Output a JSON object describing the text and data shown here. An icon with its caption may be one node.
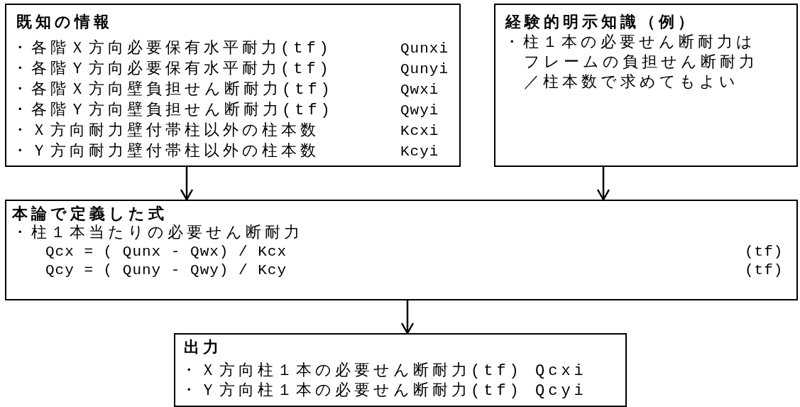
{
  "diagram": {
    "nodes": [
      {
        "text": [
          "既知の情報",
          "・各階Ｘ方向必要保有水平耐力(tf)",
          "Qunxi",
          "・各階Ｙ方向必要保有水平耐力(tf)",
          "Qunyi",
          "・各階Ｘ方向壁負担せん断耐力(tf)",
          "Qwxi",
          "・各階Ｙ方向壁負担せん断耐力(tf)",
          "Qwyi",
          "・Ｘ方向耐力壁付帯柱以外の柱本数",
          "Kcxi",
          "・Ｙ方向耐力壁付帯柱以外の柱本数",
          "Kcyi"
        ]
      },
      {
        "text": [
          "経験的明示知識（例）",
          "・柱１本の必要せん断耐力はフレームの負担せん断耐力／柱本数で求めてもよい"
        ]
      },
      {
        "text": [
          "本論で定義した式",
          "・柱１本当たりの必要せん断耐力",
          "Qcx = ( Qunx - Qwx) / Kcx",
          "(tf)",
          "Qcy = ( Quny - Qwy) / Kcy",
          "(tf)"
        ]
      },
      {
        "text": [
          "出力",
          "・Ｘ方向柱１本の必要せん断耐力(tf) Qcxi",
          "・Ｙ方向柱１本の必要せん断耐力(tf) Qcyi"
        ]
      }
    ],
    "edges": [
      {
        "from": 0,
        "to": 2,
        "arrow": "to"
      },
      {
        "from": 1,
        "to": 2,
        "arrow": "to"
      },
      {
        "from": 2,
        "to": 3,
        "arrow": "to"
      }
    ]
  }
}
